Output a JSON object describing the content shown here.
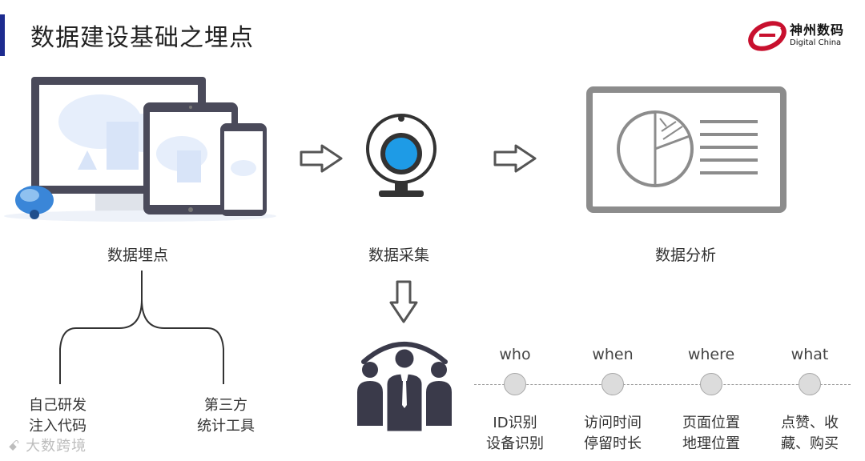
{
  "title": "数据建设基础之埋点",
  "logo": {
    "name_cn": "神州数码",
    "name_en": "Digital China"
  },
  "stages": [
    {
      "label": "数据埋点"
    },
    {
      "label": "数据采集"
    },
    {
      "label": "数据分析"
    }
  ],
  "methods": [
    {
      "line1": "自己研发",
      "line2": "注入代码"
    },
    {
      "line1": "第三方",
      "line2": "统计工具"
    }
  ],
  "dimensions": [
    {
      "question": "who",
      "line1": "ID识别",
      "line2": "设备识别"
    },
    {
      "question": "when",
      "line1": "访问时间",
      "line2": "停留时长"
    },
    {
      "question": "where",
      "line1": "页面位置",
      "line2": "地理位置"
    },
    {
      "question": "what",
      "line1": "点赞、收",
      "line2": "藏、购买"
    }
  ],
  "watermark": "大数跨境",
  "colors": {
    "accent": "#1d2b8f",
    "device_dark": "#4a4a5a",
    "camera_blue": "#1e9be6",
    "logo_red": "#c8102e"
  }
}
